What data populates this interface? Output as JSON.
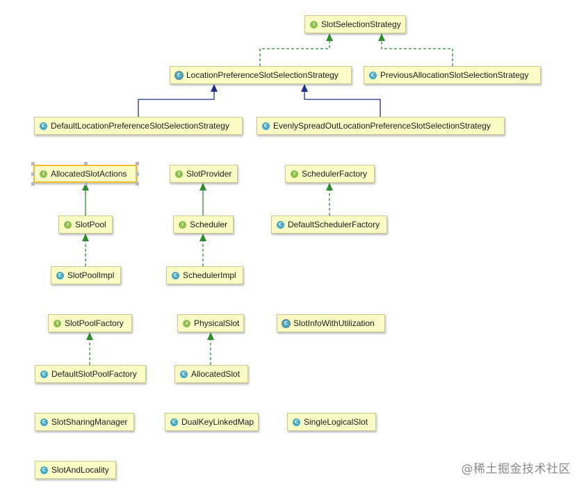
{
  "nodes": [
    {
      "id": "SlotSelectionStrategy",
      "label": "SlotSelectionStrategy",
      "kind": "interface",
      "badge": "I"
    },
    {
      "id": "LocationPreferenceSlotSelectionStrategy",
      "label": "LocationPreferenceSlotSelectionStrategy",
      "kind": "abstract-class",
      "badge": "C"
    },
    {
      "id": "PreviousAllocationSlotSelectionStrategy",
      "label": "PreviousAllocationSlotSelectionStrategy",
      "kind": "class",
      "badge": "C"
    },
    {
      "id": "DefaultLocationPreferenceSlotSelectionStrategy",
      "label": "DefaultLocationPreferenceSlotSelectionStrategy",
      "kind": "class",
      "badge": "C"
    },
    {
      "id": "EvenlySpreadOutLocationPreferenceSlotSelectionStrategy",
      "label": "EvenlySpreadOutLocationPreferenceSlotSelectionStrategy",
      "kind": "class",
      "badge": "C"
    },
    {
      "id": "AllocatedSlotActions",
      "label": "AllocatedSlotActions",
      "kind": "interface",
      "badge": "I",
      "selected": true
    },
    {
      "id": "SlotProvider",
      "label": "SlotProvider",
      "kind": "interface",
      "badge": "I"
    },
    {
      "id": "SchedulerFactory",
      "label": "SchedulerFactory",
      "kind": "interface",
      "badge": "I"
    },
    {
      "id": "SlotPool",
      "label": "SlotPool",
      "kind": "interface",
      "badge": "I"
    },
    {
      "id": "Scheduler",
      "label": "Scheduler",
      "kind": "interface",
      "badge": "I"
    },
    {
      "id": "DefaultSchedulerFactory",
      "label": "DefaultSchedulerFactory",
      "kind": "class",
      "badge": "C"
    },
    {
      "id": "SlotPoolImpl",
      "label": "SlotPoolImpl",
      "kind": "class",
      "badge": "C"
    },
    {
      "id": "SchedulerImpl",
      "label": "SchedulerImpl",
      "kind": "class",
      "badge": "C"
    },
    {
      "id": "SlotPoolFactory",
      "label": "SlotPoolFactory",
      "kind": "interface",
      "badge": "I"
    },
    {
      "id": "PhysicalSlot",
      "label": "PhysicalSlot",
      "kind": "interface",
      "badge": "I"
    },
    {
      "id": "SlotInfoWithUtilization",
      "label": "SlotInfoWithUtilization",
      "kind": "abstract-class",
      "badge": "C"
    },
    {
      "id": "DefaultSlotPoolFactory",
      "label": "DefaultSlotPoolFactory",
      "kind": "class",
      "badge": "C"
    },
    {
      "id": "AllocatedSlot",
      "label": "AllocatedSlot",
      "kind": "class",
      "badge": "C"
    },
    {
      "id": "SlotSharingManager",
      "label": "SlotSharingManager",
      "kind": "class",
      "badge": "C"
    },
    {
      "id": "DualKeyLinkedMap",
      "label": "DualKeyLinkedMap",
      "kind": "class",
      "badge": "C"
    },
    {
      "id": "SingleLogicalSlot",
      "label": "SingleLogicalSlot",
      "kind": "class",
      "badge": "C"
    },
    {
      "id": "SlotAndLocality",
      "label": "SlotAndLocality",
      "kind": "class",
      "badge": "C"
    }
  ],
  "edges": [
    {
      "from": "LocationPreferenceSlotSelectionStrategy",
      "to": "SlotSelectionStrategy",
      "relation": "implements",
      "color": "#2e8b2e"
    },
    {
      "from": "PreviousAllocationSlotSelectionStrategy",
      "to": "SlotSelectionStrategy",
      "relation": "implements",
      "color": "#2e8b2e"
    },
    {
      "from": "DefaultLocationPreferenceSlotSelectionStrategy",
      "to": "LocationPreferenceSlotSelectionStrategy",
      "relation": "extends",
      "color": "#1f2f8a"
    },
    {
      "from": "EvenlySpreadOutLocationPreferenceSlotSelectionStrategy",
      "to": "LocationPreferenceSlotSelectionStrategy",
      "relation": "extends",
      "color": "#1f2f8a"
    },
    {
      "from": "SlotPool",
      "to": "AllocatedSlotActions",
      "relation": "extends-interface",
      "color": "#2e8b2e"
    },
    {
      "from": "Scheduler",
      "to": "SlotProvider",
      "relation": "extends-interface",
      "color": "#2e8b2e"
    },
    {
      "from": "DefaultSchedulerFactory",
      "to": "SchedulerFactory",
      "relation": "implements",
      "color": "#2e8b2e"
    },
    {
      "from": "SlotPoolImpl",
      "to": "SlotPool",
      "relation": "implements",
      "color": "#2e8b2e"
    },
    {
      "from": "SchedulerImpl",
      "to": "Scheduler",
      "relation": "implements",
      "color": "#2e8b2e"
    },
    {
      "from": "DefaultSlotPoolFactory",
      "to": "SlotPoolFactory",
      "relation": "implements",
      "color": "#2e8b2e"
    },
    {
      "from": "AllocatedSlot",
      "to": "PhysicalSlot",
      "relation": "implements",
      "color": "#2e8b2e"
    }
  ],
  "colors": {
    "node_fill": "#fbfbc6",
    "node_border": "#c9c98c",
    "interface_badge": "#8fc24d",
    "class_badge": "#44a8c8",
    "implements_edge": "#2e8b2e",
    "extends_edge": "#1f2f8a",
    "selection_border": "#f2bf2c"
  },
  "watermark": "@稀土掘金技术社区"
}
